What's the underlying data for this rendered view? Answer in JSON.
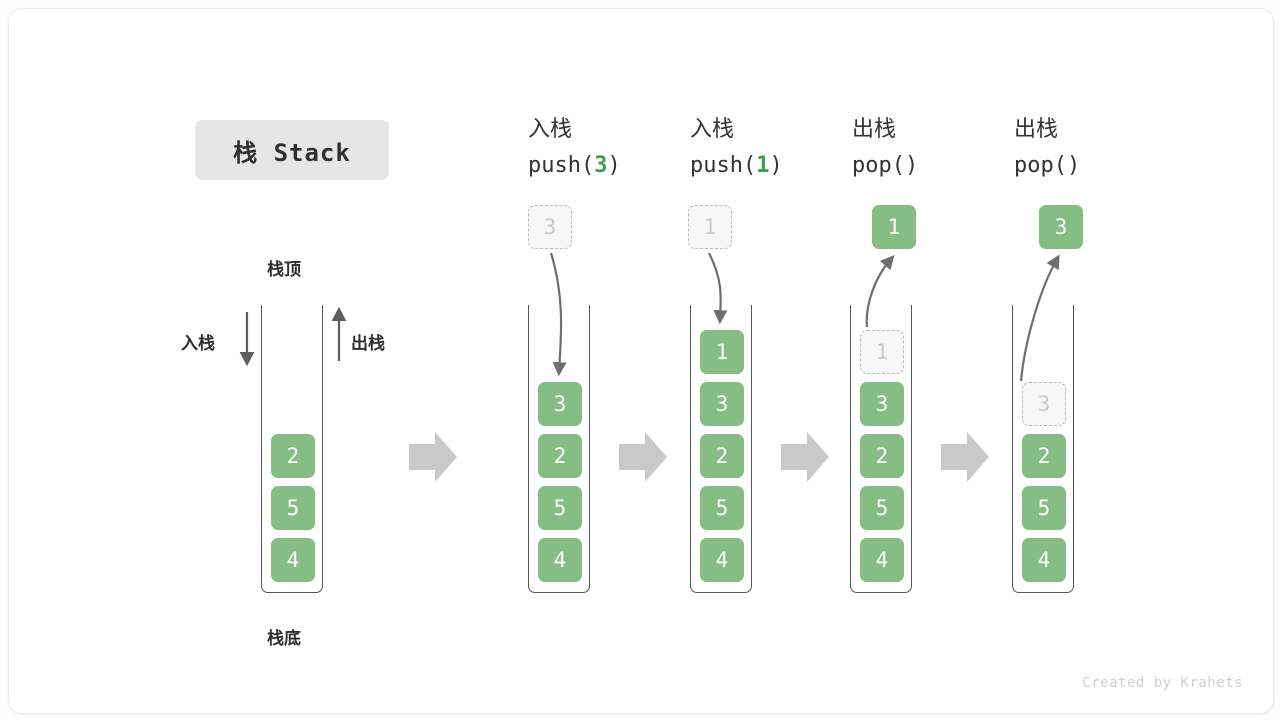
{
  "title": {
    "badge": "栈 Stack"
  },
  "labels": {
    "top": "栈顶",
    "bottom": "栈底",
    "push": "入栈",
    "pop": "出栈"
  },
  "watermark": "Created by Krahets",
  "colors": {
    "element": "#85bd85",
    "ghost_fill": "#f7f7f7",
    "ghost_border": "#b9b9b9",
    "ghost_text": "#c9c9c9",
    "wall": "#55555a",
    "arrow": "#6e6e6e",
    "big_arrow": "#c9c9c9",
    "badge_bg": "#e6e6e6",
    "highlight": "#3d9b4f"
  },
  "columns": [
    {
      "id": "initial",
      "head_line1": "",
      "head_line2": "",
      "stack": [
        "2",
        "5",
        "4"
      ],
      "ghost_index": -1,
      "float_value": "",
      "float_kind": "none"
    },
    {
      "id": "push-3",
      "head_line1": "入栈",
      "head_line2_pre": "push(",
      "head_line2_hl": "3",
      "head_line2_post": ")",
      "stack": [
        "3",
        "2",
        "5",
        "4"
      ],
      "ghost_index": -1,
      "float_value": "3",
      "float_kind": "ghost",
      "arrow_dir": "down"
    },
    {
      "id": "push-1",
      "head_line1": "入栈",
      "head_line2_pre": "push(",
      "head_line2_hl": "1",
      "head_line2_post": ")",
      "stack": [
        "1",
        "3",
        "2",
        "5",
        "4"
      ],
      "ghost_index": -1,
      "float_value": "1",
      "float_kind": "ghost",
      "arrow_dir": "down"
    },
    {
      "id": "pop-1",
      "head_line1": "出栈",
      "head_line2_pre": "pop(",
      "head_line2_hl": "",
      "head_line2_post": ")",
      "stack": [
        "1",
        "3",
        "2",
        "5",
        "4"
      ],
      "ghost_index": 0,
      "float_value": "1",
      "float_kind": "solid",
      "arrow_dir": "up"
    },
    {
      "id": "pop-3",
      "head_line1": "出栈",
      "head_line2_pre": "pop(",
      "head_line2_hl": "",
      "head_line2_post": ")",
      "stack": [
        "3",
        "2",
        "5",
        "4"
      ],
      "ghost_index": 0,
      "float_value": "3",
      "float_kind": "solid",
      "arrow_dir": "up"
    }
  ],
  "separators": 4
}
